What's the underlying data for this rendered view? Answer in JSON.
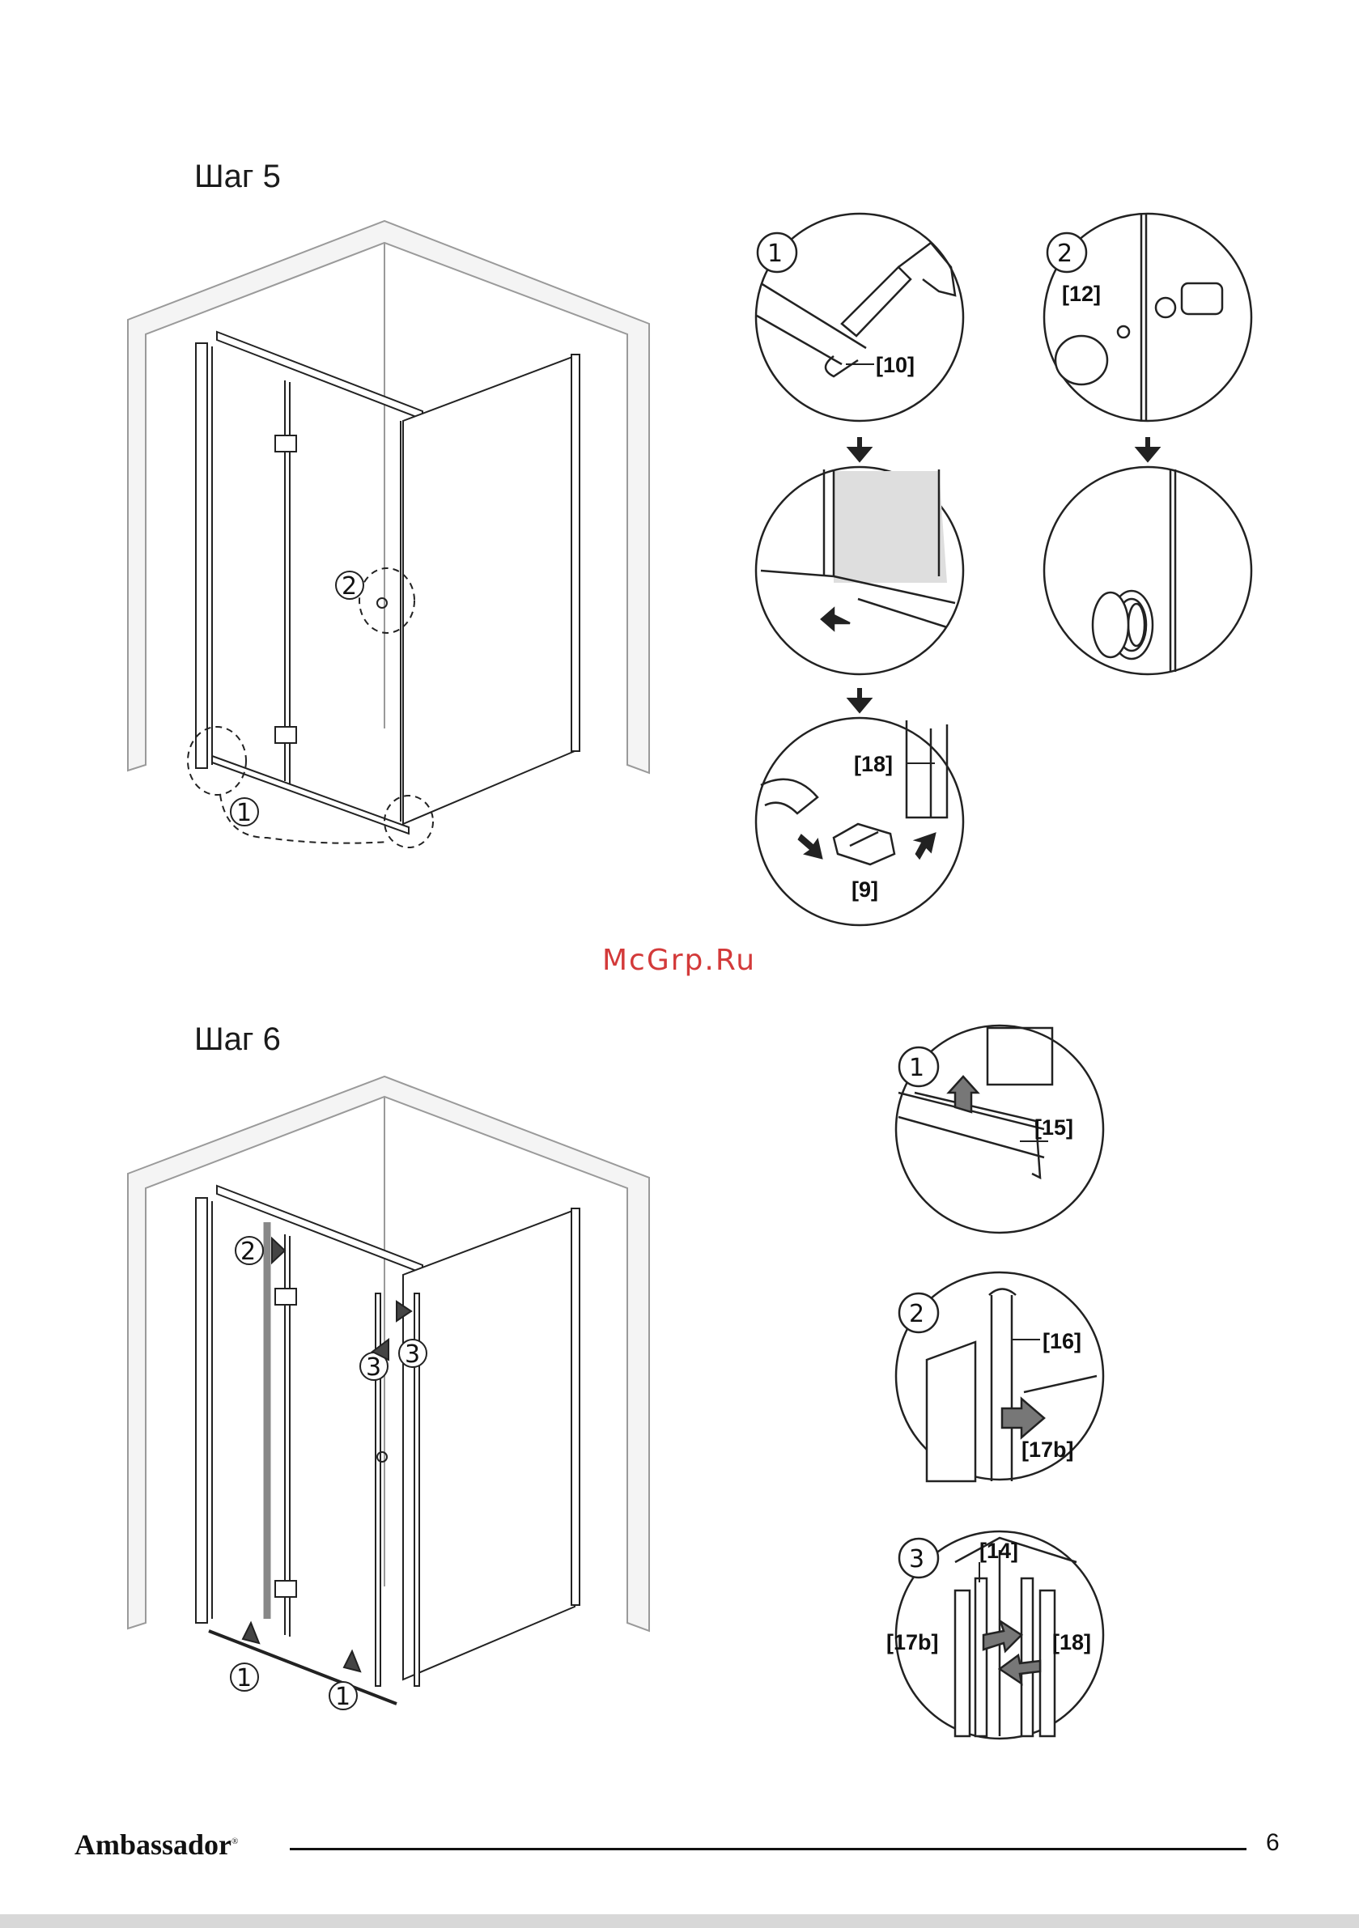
{
  "step5": {
    "title": "Шаг 5",
    "markers": [
      "1",
      "2"
    ],
    "detail1_callout": "[10]",
    "detail2_callout": "[12]",
    "detail4_callouts": [
      "[18]",
      "[9]"
    ]
  },
  "step6": {
    "title": "Шаг 6",
    "markers": [
      "1",
      "1",
      "2",
      "3",
      "3"
    ],
    "detail1_callout": "[15]",
    "detail2_callouts": [
      "[16]",
      "[17b]"
    ],
    "detail3_callouts": [
      "[14]",
      "[17b]",
      "[18]"
    ]
  },
  "watermark": "McGrp.Ru",
  "footer": {
    "brand": "Ambassador",
    "registered": "®",
    "page_number": "6"
  }
}
